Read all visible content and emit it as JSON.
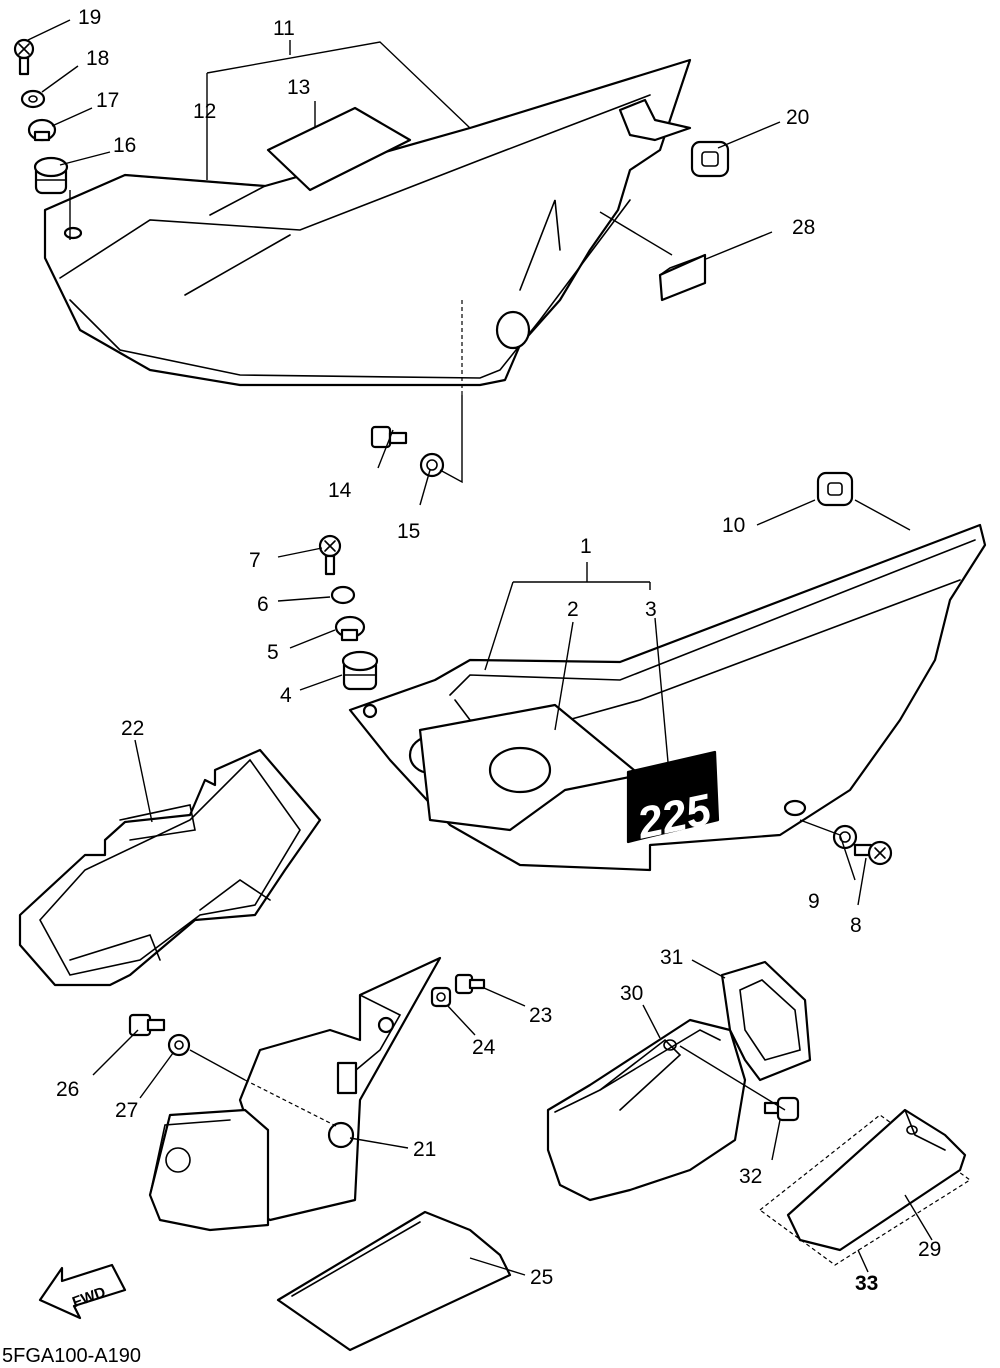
{
  "diagram_code": "5FGA100-A190",
  "direction_arrow": "FWD",
  "emblem_text": "225",
  "callouts": {
    "c1": "1",
    "c2": "2",
    "c3": "3",
    "c4": "4",
    "c5": "5",
    "c6": "6",
    "c7": "7",
    "c8": "8",
    "c9": "9",
    "c10": "10",
    "c11": "11",
    "c12": "12",
    "c13": "13",
    "c14": "14",
    "c15": "15",
    "c16": "16",
    "c17": "17",
    "c18": "18",
    "c19": "19",
    "c20": "20",
    "c21": "21",
    "c22": "22",
    "c23": "23",
    "c24": "24",
    "c25": "25",
    "c26": "26",
    "c27": "27",
    "c28": "28",
    "c29": "29",
    "c30": "30",
    "c31": "31",
    "c32": "32",
    "c33": "33"
  }
}
